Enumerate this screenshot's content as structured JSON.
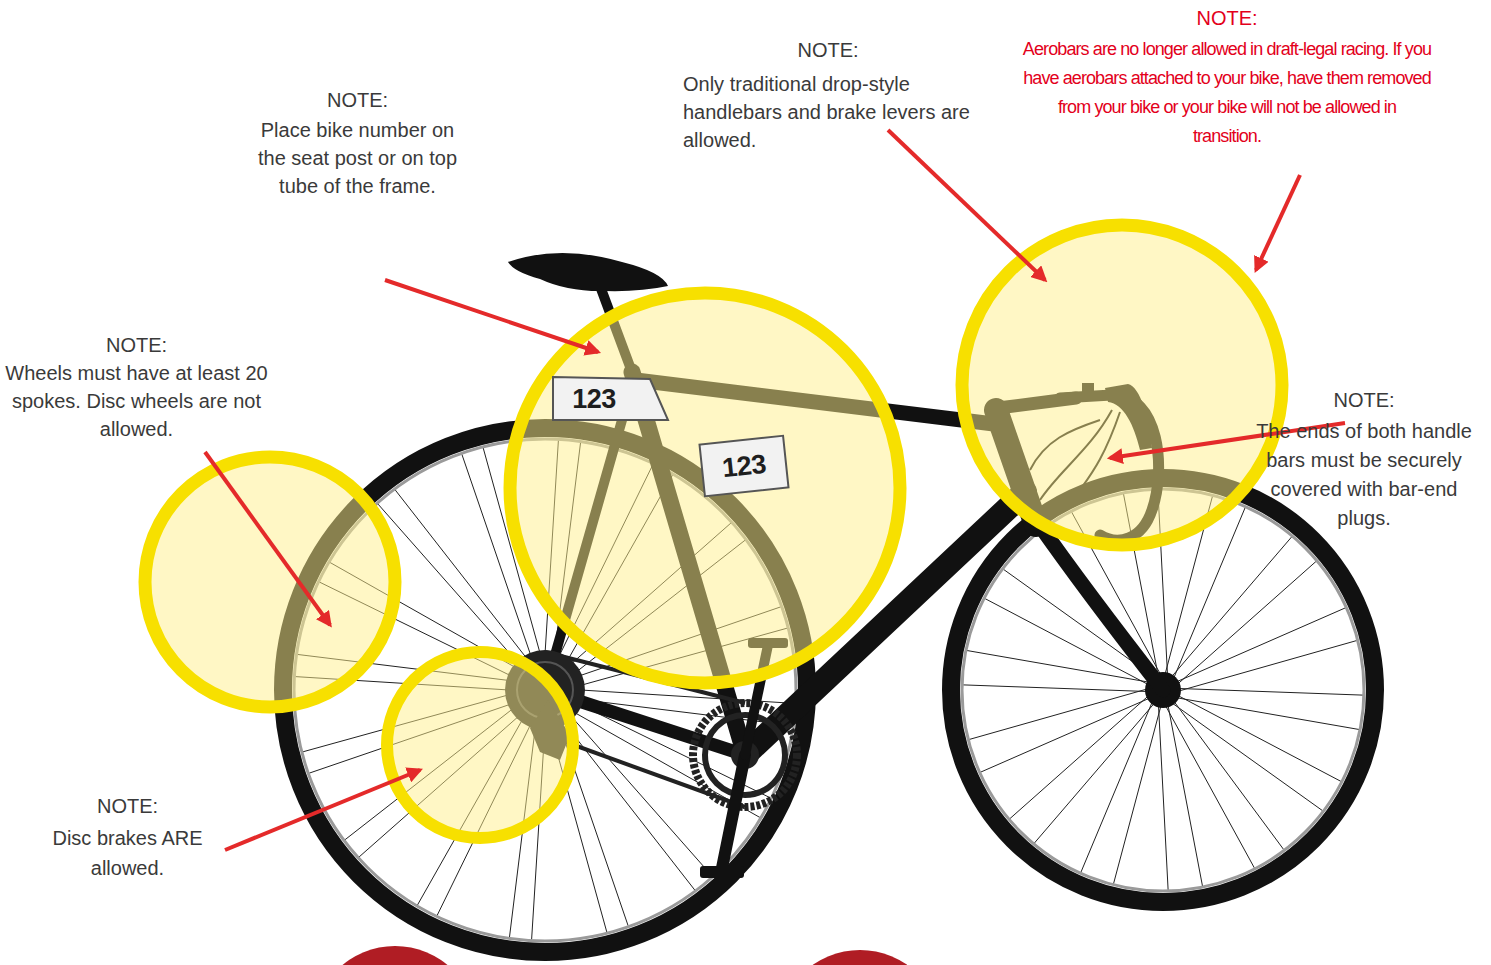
{
  "diagram": {
    "nodes": [
      {
        "text": [
          "123"
        ]
      },
      {
        "text": [
          "123"
        ]
      }
    ],
    "labels": [
      "NOTE:",
      "Aerobars are no longer allowed in draft-legal racing. If you have aerobars attached to your bike, have them removed from your bike or your bike will not be allowed in transition.",
      "NOTE:",
      "Only traditional drop-style handlebars and brake levers are allowed.",
      "NOTE:",
      "Place bike number on the seat post or on top tube of the frame.",
      "NOTE:",
      "Wheels must have at least 20 spokes. Disc wheels are not allowed.",
      "NOTE:",
      "The ends of both handle bars must be securely covered with bar-end plugs.",
      "NOTE:",
      "Disc brakes ARE allowed."
    ]
  }
}
